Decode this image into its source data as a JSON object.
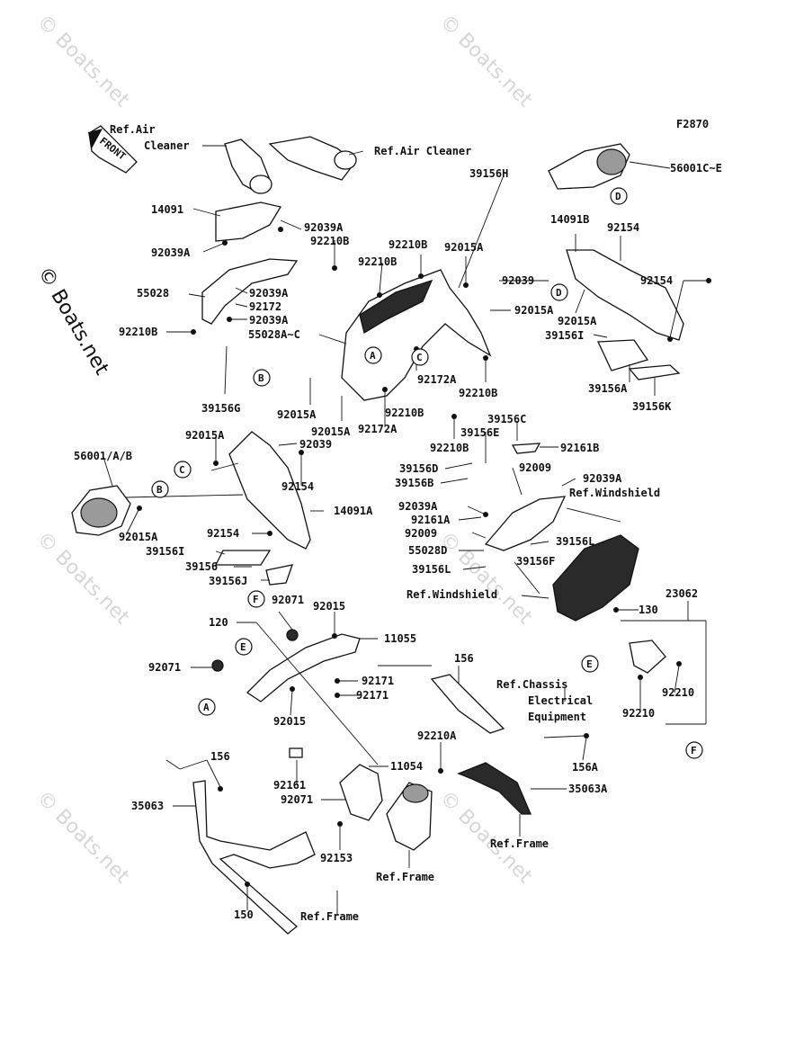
{
  "figure_code": "F2870",
  "watermark": "© Boats.net",
  "front_arrow": "FRONT",
  "callouts": [
    "A",
    "B",
    "C",
    "D",
    "E",
    "F"
  ],
  "labels": {
    "ref_air_cleaner_1": "Ref.Air",
    "ref_air_cleaner_1b": "Cleaner",
    "ref_air_cleaner_2": "Ref.Air Cleaner",
    "p56001CE": "56001C~E",
    "p39156H": "39156H",
    "p14091": "14091",
    "p92039A_1": "92039A",
    "p92210B_1": "92210B",
    "p92039A_2": "92039A",
    "p92210B_2": "92210B",
    "p92015A_1": "92015A",
    "p14091B": "14091B",
    "p92154_1": "92154",
    "p92210B_3": "92210B",
    "p92039": "92039",
    "p92154_2": "92154",
    "p55028": "55028",
    "p92039A_3": "92039A",
    "p92172": "92172",
    "p92015A_2": "92015A",
    "p92039A_4": "92039A",
    "p92015A_3": "92015A",
    "p92210B_4": "92210B",
    "p55028AC": "55028A~C",
    "p39156I_1": "39156I",
    "p92172A_1": "92172A",
    "p92210B_5": "92210B",
    "p39156A": "39156A",
    "p39156K": "39156K",
    "p39156G": "39156G",
    "p92015A_4": "92015A",
    "p92015A_5": "92015A",
    "p92210B_6": "92210B",
    "p92172A_2": "92172A",
    "p39156C": "39156C",
    "p92015A_6": "92015A",
    "p39156E": "39156E",
    "p92039_2": "92039",
    "p92210B_7": "92210B",
    "p92161B": "92161B",
    "p56001AB": "56001/A/B",
    "p39156D": "39156D",
    "p92009_1": "92009",
    "p92039A_5": "92039A",
    "p39156B": "39156B",
    "ref_windshield_1": "Ref.Windshield",
    "p92154_3": "92154",
    "p92039A_6": "92039A",
    "p92161A": "92161A",
    "p92015A_7": "92015A",
    "p14091A": "14091A",
    "p92009_2": "92009",
    "p39156L_1": "39156L",
    "p92154_4": "92154",
    "p55028D": "55028D",
    "p39156F": "39156F",
    "p39156I_2": "39156I",
    "p39156": "39156",
    "p39156L_2": "39156L",
    "p39156J": "39156J",
    "ref_windshield_2": "Ref.Windshield",
    "p92071_1": "92071",
    "p92015_1": "92015",
    "p23062": "23062",
    "p120": "120",
    "p11055": "11055",
    "p130": "130",
    "p156_1": "156",
    "p92071_2": "92071",
    "p92171_1": "92171",
    "p92171_2": "92171",
    "ref_chassis_1": "Ref.Chassis",
    "ref_chassis_2": "Electrical",
    "ref_chassis_3": "Equipment",
    "p92210_1": "92210",
    "p92015_2": "92015",
    "p92210_2": "92210",
    "p92210A": "92210A",
    "p156A": "156A",
    "p156_2": "156",
    "p11054": "11054",
    "p92161": "92161",
    "p35063A": "35063A",
    "p92071_3": "92071",
    "p35063": "35063",
    "ref_frame_1": "Ref.Frame",
    "p92153": "92153",
    "ref_frame_2": "Ref.Frame",
    "p150": "150",
    "ref_frame_3": "Ref.Frame"
  }
}
